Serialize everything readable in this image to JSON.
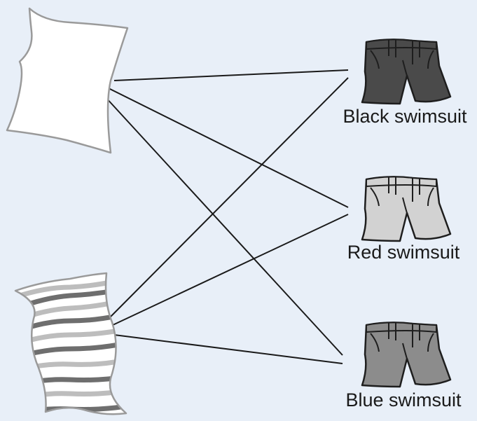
{
  "colors": {
    "background": "#e8eff8",
    "line": "#1a1a1a",
    "black_swimsuit": "#4a4a4a",
    "red_swimsuit": "#d2d2d2",
    "blue_swimsuit": "#8c8c8c",
    "towel_plain": "#ffffff",
    "towel_stripe_dark": "#6e6e6e",
    "towel_stripe_light": "#bdbdbd"
  },
  "towels": [
    {
      "id": "plain-towel",
      "icon": "plain-towel-icon"
    },
    {
      "id": "striped-towel",
      "icon": "striped-towel-icon"
    }
  ],
  "swimsuits": [
    {
      "id": "black",
      "label": "Black swimsuit",
      "icon": "swimsuit-icon"
    },
    {
      "id": "red",
      "label": "Red swimsuit",
      "icon": "swimsuit-icon"
    },
    {
      "id": "blue",
      "label": "Blue swimsuit",
      "icon": "swimsuit-icon"
    }
  ],
  "connections": [
    [
      "plain-towel",
      "black"
    ],
    [
      "plain-towel",
      "red"
    ],
    [
      "plain-towel",
      "blue"
    ],
    [
      "striped-towel",
      "black"
    ],
    [
      "striped-towel",
      "red"
    ],
    [
      "striped-towel",
      "blue"
    ]
  ]
}
